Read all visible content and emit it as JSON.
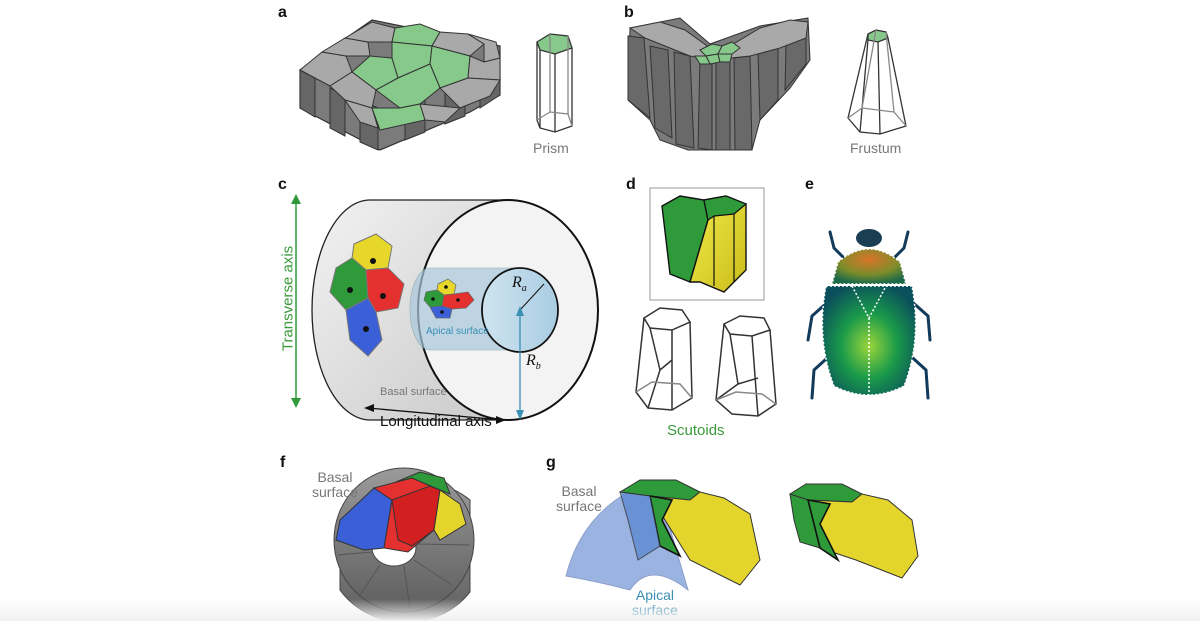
{
  "panels": {
    "a": {
      "letter": "a",
      "object_label": "Prism"
    },
    "b": {
      "letter": "b",
      "object_label": "Frustum"
    },
    "c": {
      "letter": "c",
      "transverse_axis": "Transverse axis",
      "longitudinal_axis": "Longitudinal axis",
      "apical_surface": "Apical surface",
      "basal_surface": "Basal surface",
      "ra_symbol": "R",
      "ra_sub": "a",
      "rb_symbol": "R",
      "rb_sub": "b"
    },
    "d": {
      "letter": "d",
      "caption": "Scutoids"
    },
    "e": {
      "letter": "e"
    },
    "f": {
      "letter": "f",
      "basal_line1": "Basal",
      "basal_line2": "surface"
    },
    "g": {
      "letter": "g",
      "basal_line1": "Basal",
      "basal_line2": "surface",
      "apical_line1": "Apical",
      "apical_line2": "surface"
    }
  },
  "colors": {
    "cell_green": "#86c98a",
    "cell_gray": "#9a9a9a",
    "scutoid_green": "#2e9a3a",
    "scutoid_yellow": "#e3d52c",
    "cell_red": "#e53030",
    "cell_blue": "#3a5fd6",
    "label_gray": "#777777",
    "label_green": "#3a9a3a",
    "label_blue": "#3a8fb5"
  }
}
